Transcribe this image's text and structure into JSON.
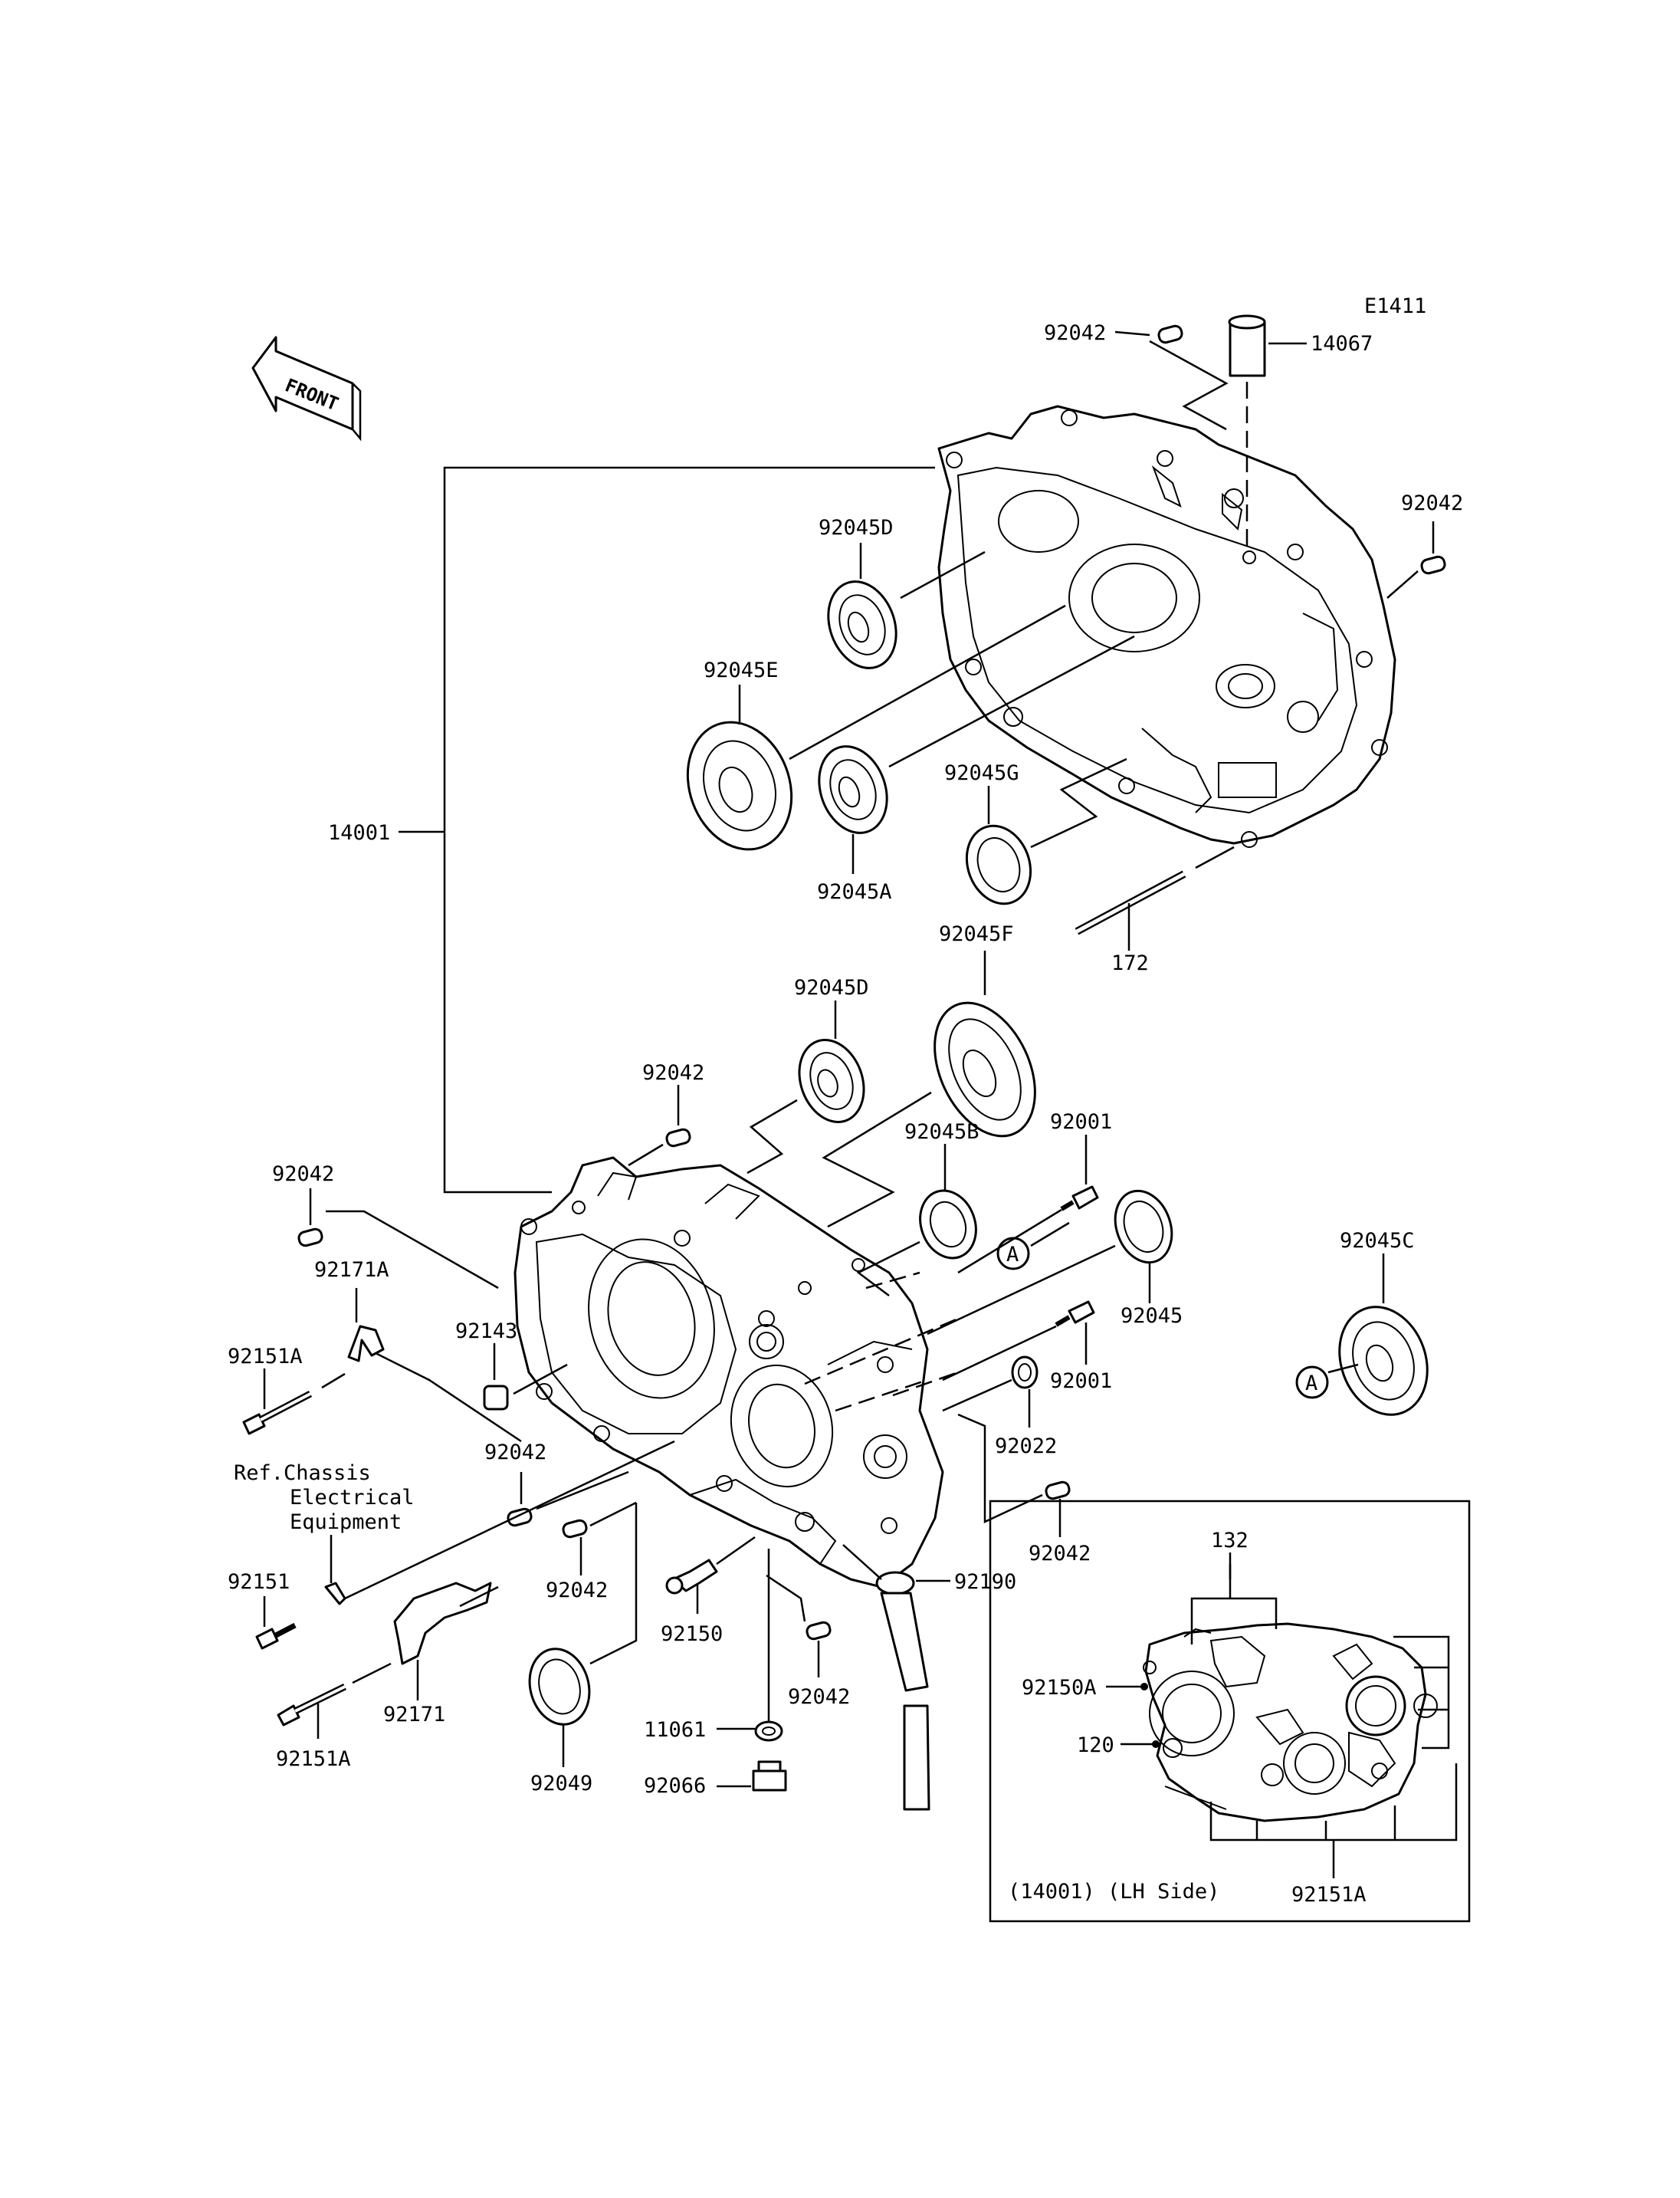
{
  "diagram_code": "E1411",
  "front_arrow_label": "FRONT",
  "parts": {
    "p14067": "14067",
    "p92042_top": "92042",
    "p92042_right": "92042",
    "p92045D_top": "92045D",
    "p92045E": "92045E",
    "p92045A": "92045A",
    "p92045G": "92045G",
    "p14001": "14001",
    "p172": "172",
    "p92045F": "92045F",
    "p92045D_mid": "92045D",
    "p92042_mid": "92042",
    "p92045B": "92045B",
    "p92001_top": "92001",
    "p92042_left": "92042",
    "p92171A": "92171A",
    "p92045": "92045",
    "p92045C": "92045C",
    "p92143": "92143",
    "p92151A_top": "92151A",
    "p92001_bottom": "92001",
    "p92022": "92022",
    "p92042_low_left": "92042",
    "p92042_right_low": "92042",
    "p92151": "92151",
    "p92042_low_center": "92042",
    "p92150": "92150",
    "p92190": "92190",
    "p92042_bottom_center": "92042",
    "p92171": "92171",
    "p92151A_bottom": "92151A",
    "p92049": "92049",
    "p11061": "11061",
    "p92066": "92066",
    "p132": "132",
    "p92150A": "92150A",
    "p120": "120",
    "p92151A_inset": "92151A"
  },
  "ref_chassis": {
    "line1": "Ref.Chassis",
    "line2": "Electrical",
    "line3": "Equipment"
  },
  "marker_a": "A",
  "inset_caption": "(14001) (LH Side)"
}
